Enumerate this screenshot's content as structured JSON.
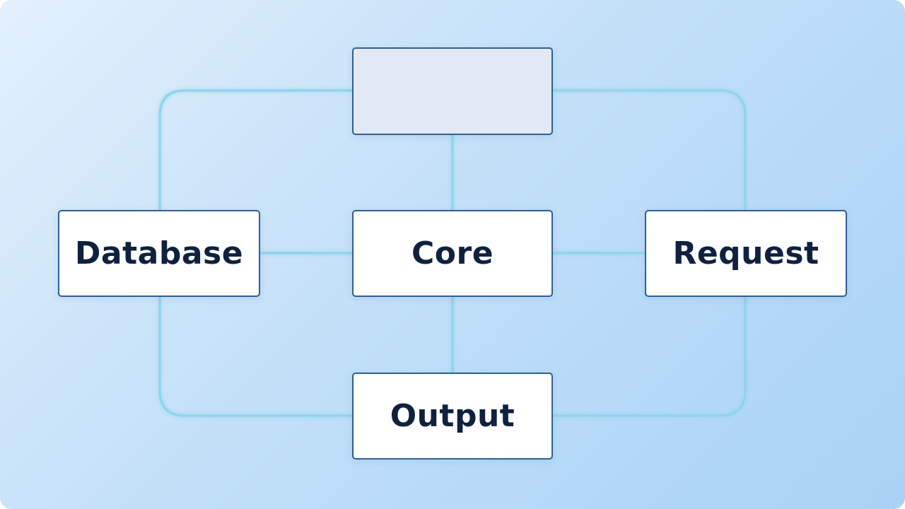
{
  "diagram": {
    "nodes": [
      {
        "id": "top",
        "label": ""
      },
      {
        "id": "database",
        "label": "Database"
      },
      {
        "id": "core",
        "label": "Core"
      },
      {
        "id": "request",
        "label": "Request"
      },
      {
        "id": "output",
        "label": "Output"
      }
    ],
    "edges": [
      {
        "from": "top",
        "to": "core"
      },
      {
        "from": "core",
        "to": "output"
      },
      {
        "from": "database",
        "to": "core"
      },
      {
        "from": "core",
        "to": "request"
      },
      {
        "from": "top",
        "to": "database"
      },
      {
        "from": "top",
        "to": "request"
      },
      {
        "from": "database",
        "to": "output"
      },
      {
        "from": "request",
        "to": "output"
      }
    ]
  },
  "colors": {
    "connector": "#8fd3ec",
    "node_border": "#2f5f93",
    "node_text": "#0f213f",
    "background_start": "#e3f0fc",
    "background_end": "#a9d2f6"
  }
}
